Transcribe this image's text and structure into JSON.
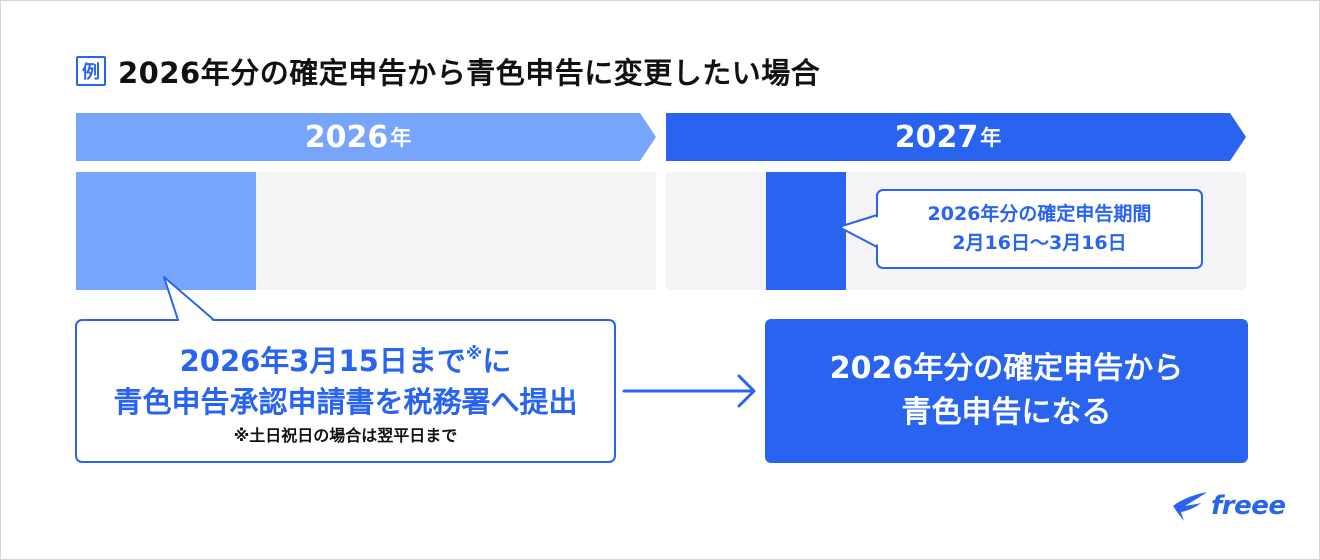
{
  "title": {
    "badge": "例",
    "text": "2026年分の確定申告から青色申告に変更したい場合"
  },
  "timeline": [
    {
      "year_number": "2026",
      "year_unit": "年",
      "color": "#76a5fb"
    },
    {
      "year_number": "2027",
      "year_unit": "年",
      "color": "#2864f0"
    }
  ],
  "filing_period_callout": {
    "line1": "2026年分の確定申告期間",
    "line2": "2月16日〜3月16日"
  },
  "deadline_callout": {
    "line1_main": "2026年3月15日まで",
    "line1_mark": "※",
    "line1_end": "に",
    "line2": "青色申告承認申請書を税務署へ提出",
    "note": "※土日祝日の場合は翌平日まで"
  },
  "result": {
    "line1": "2026年分の確定申告から",
    "line2": "青色申告になる"
  },
  "logo": {
    "text": "freee",
    "icon": "freee-bird-icon"
  },
  "colors": {
    "accent": "#2864f0",
    "light_accent": "#76a5fb",
    "track": "#f4f4f6"
  }
}
